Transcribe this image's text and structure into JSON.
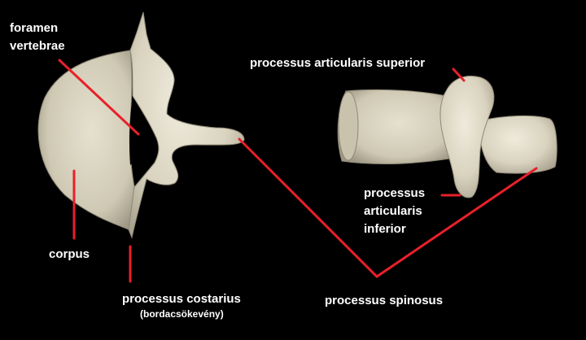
{
  "colors": {
    "background": "#000000",
    "leader": "#e8202a",
    "label": "#ffffff",
    "bone": "#ddd8c5"
  },
  "labels": {
    "foramen_vertebrae": "foramen\nvertebrae",
    "corpus": "corpus",
    "processus_costarius": "processus costarius",
    "bordacsokeveny": "(bordacsökevény)",
    "processus_articularis_superior": "processus articularis superior",
    "processus_articularis_inferior": "processus\narticularis\ninferior",
    "processus_spinosus": "processus spinosus"
  }
}
